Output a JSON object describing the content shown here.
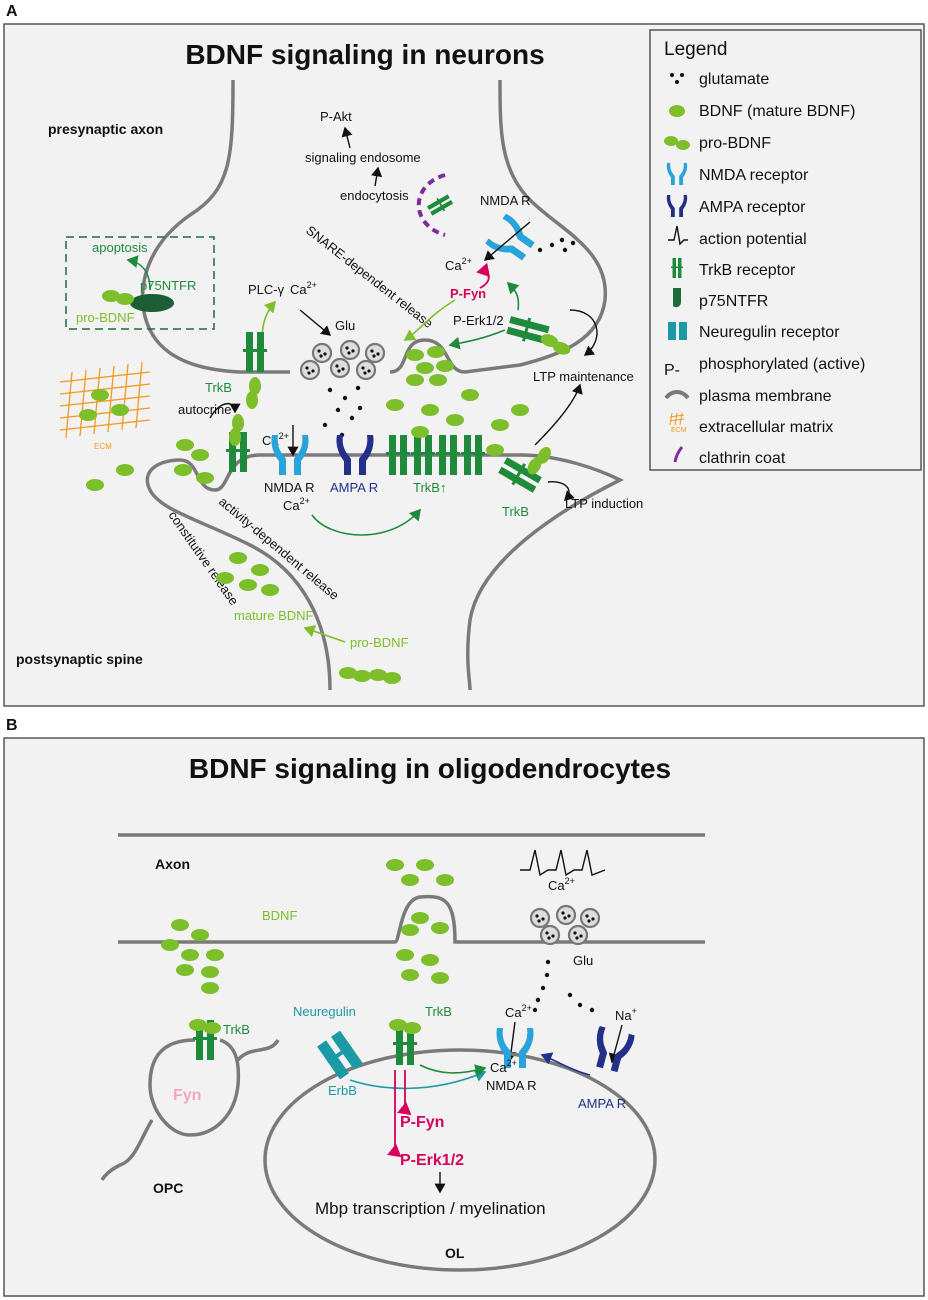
{
  "panelA": {
    "letter": "A",
    "title": "BDNF signaling in neurons",
    "labels": {
      "presynaptic_axon": "presynaptic axon",
      "postsynaptic_spine": "postsynaptic spine",
      "p_akt": "P-Akt",
      "signaling_endosome": "signaling endosome",
      "endocytosis": "endocytosis",
      "nmda_r_top": "NMDA R",
      "apoptosis": "apoptosis",
      "p75ntfr": "p75NTFR",
      "pro_bdnf_left": "pro-BDNF",
      "plc": "PLC-γ",
      "ca_plc": "Ca",
      "glu": "Glu",
      "snare": "SNARE-dependent release",
      "ca_pfyn": "Ca",
      "p_fyn": "P-Fyn",
      "p_erk": "P-Erk1/2",
      "trkb_pre": "TrkB",
      "ltp_maintenance": "LTP maintenance",
      "autocrine": "autocrine",
      "ecm": "ECM",
      "ca_nmda": "Ca",
      "nmda_r": "NMDA R",
      "ampa_r": "AMPA R",
      "ca_post": "Ca",
      "trkb_up": "TrkB↑",
      "trkb_post": "TrkB",
      "ltp_induction": "LTP induction",
      "activity_release": "activity-dependent release",
      "constitutive_release": "constitutive release",
      "mature_bdnf": "mature BDNF",
      "pro_bdnf_bottom": "pro-BDNF",
      "sup": "2+"
    },
    "legend": {
      "title": "Legend",
      "items": [
        {
          "icon": "glutamate-dots-icon",
          "label": "glutamate"
        },
        {
          "icon": "bdnf-oval-icon",
          "label": "BDNF (mature BDNF)"
        },
        {
          "icon": "pro-bdnf-icon",
          "label": "pro-BDNF"
        },
        {
          "icon": "nmda-receptor-icon",
          "label": "NMDA receptor"
        },
        {
          "icon": "ampa-receptor-icon",
          "label": "AMPA receptor"
        },
        {
          "icon": "action-potential-icon",
          "label": "action potential"
        },
        {
          "icon": "trkb-receptor-icon",
          "label": "TrkB receptor"
        },
        {
          "icon": "p75ntfr-icon",
          "label": "p75NTFR"
        },
        {
          "icon": "neuregulin-receptor-icon",
          "label": "Neuregulin receptor"
        },
        {
          "icon": "p-prefix-icon",
          "label": "phosphorylated (active)",
          "prefix": "P-"
        },
        {
          "icon": "plasma-membrane-icon",
          "label": "plasma membrane"
        },
        {
          "icon": "extracellular-matrix-icon",
          "label": "extracellular matrix",
          "sub": "ECM"
        },
        {
          "icon": "clathrin-coat-icon",
          "label": "clathrin coat"
        }
      ]
    },
    "colors": {
      "trkb": "#1f8a3b",
      "bdnf": "#7cbf2a",
      "nmda": "#29a3dc",
      "ampa": "#22308a",
      "pfyn": "#d6005c",
      "neuregulin": "#1b9aa6",
      "ecm": "#f29a1f"
    }
  },
  "panelB": {
    "letter": "B",
    "title": "BDNF signaling in oligodendrocytes",
    "labels": {
      "axon": "Axon",
      "bdnf": "BDNF",
      "ca_ap": "Ca",
      "glu": "Glu",
      "ca_nmda": "Ca",
      "na": "Na",
      "na_sup": "+",
      "trkb_opc": "TrkB",
      "fyn": "Fyn",
      "opc": "OPC",
      "neuregulin": "Neuregulin",
      "trkb_ol": "TrkB",
      "erbb": "ErbB",
      "ca_inside": "Ca",
      "nmda_r": "NMDA R",
      "ampa_r": "AMPA R",
      "p_fyn": "P-Fyn",
      "p_erk": "P-Erk1/2",
      "mbp": "Mbp transcription / myelination",
      "ol": "OL",
      "sup": "2+"
    }
  }
}
